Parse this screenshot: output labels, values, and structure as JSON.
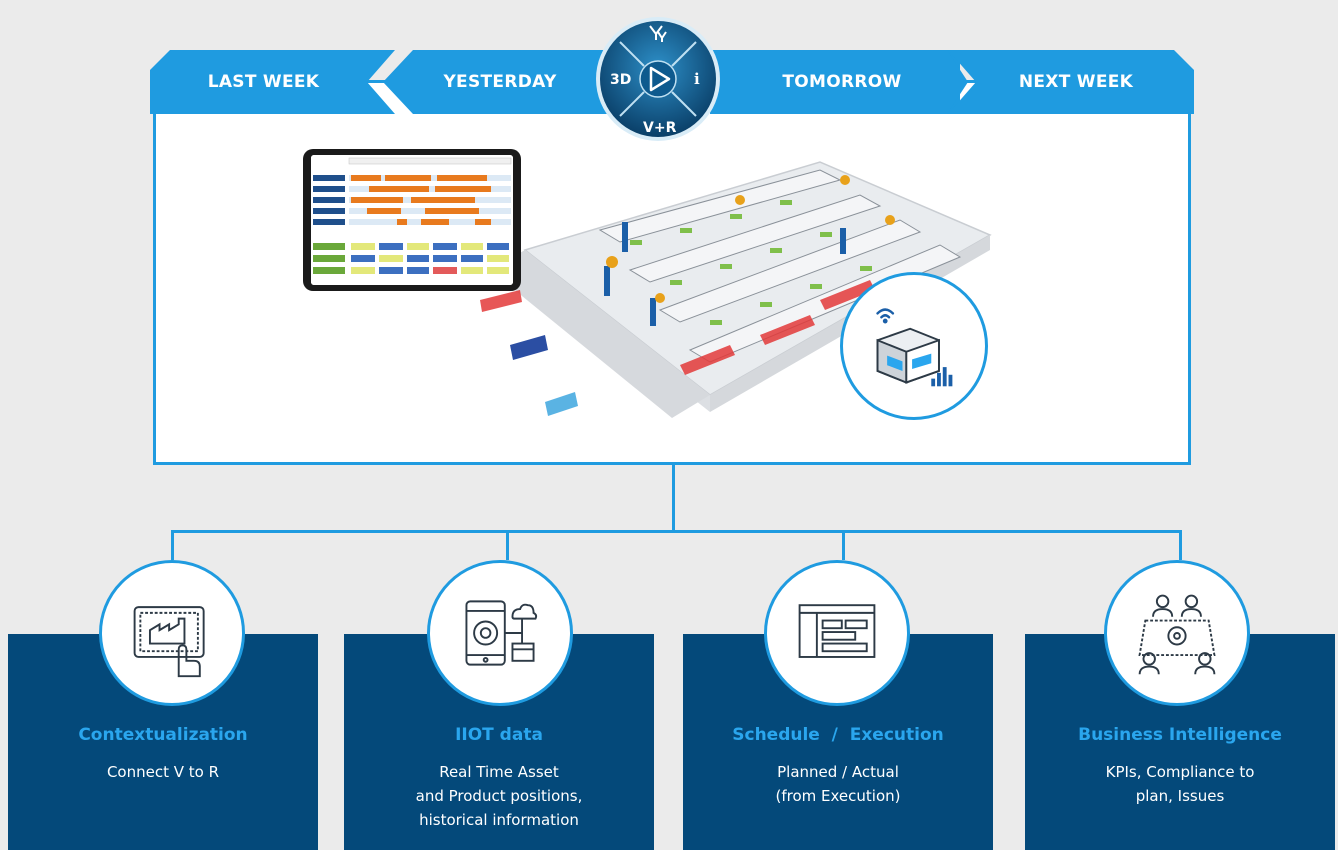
{
  "timeline": {
    "last_week": "LAST WEEK",
    "yesterday": "YESTERDAY",
    "tomorrow": "TOMORROW",
    "next_week": "NEXT WEEK"
  },
  "compass": {
    "left": "3D",
    "right": "i",
    "bottom": "V+R",
    "top_icon": "social-icon",
    "center_icon": "play-icon"
  },
  "cards": [
    {
      "title": "Contextualization",
      "desc": [
        "Connect V to R"
      ],
      "icon": "factory-tablet-touch-icon"
    },
    {
      "title": "IIOT data",
      "desc": [
        "Real Time Asset",
        "and Product positions,",
        "historical information"
      ],
      "icon": "smartphone-gear-cloud-icon"
    },
    {
      "title": "Schedule  /  Execution",
      "desc": [
        "Planned / Actual",
        "(from Execution)"
      ],
      "icon": "schedule-window-icon"
    },
    {
      "title": "Business Intelligence",
      "desc": [
        "KPIs, Compliance to",
        "plan, Issues"
      ],
      "icon": "team-meeting-gear-icon"
    }
  ],
  "colors": {
    "accent": "#1f9be0",
    "card_bg": "#04497a",
    "title_blue": "#2aa6ee",
    "background": "#ebebeb"
  }
}
